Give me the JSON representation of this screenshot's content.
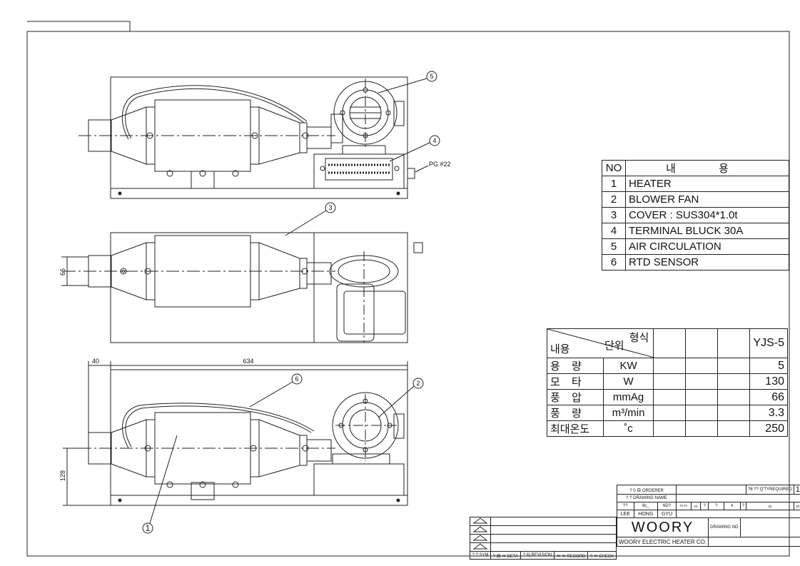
{
  "parts_list": {
    "header": {
      "no": "NO",
      "content": "내 용"
    },
    "rows": [
      {
        "no": "1",
        "name": "HEATER"
      },
      {
        "no": "2",
        "name": "BLOWER FAN"
      },
      {
        "no": "3",
        "name": "COVER : SUS304*1.0t"
      },
      {
        "no": "4",
        "name": "TERMINAL BLUCK 30A"
      },
      {
        "no": "5",
        "name": "AIR CIRCULATION"
      },
      {
        "no": "6",
        "name": "RTD SENSOR"
      }
    ]
  },
  "spec_table": {
    "header": {
      "type_label": "형식",
      "unit_label": "단위",
      "item_label": "내용",
      "model": "YJS-5"
    },
    "rows": [
      {
        "item": "용 량",
        "unit": "KW",
        "value": "5"
      },
      {
        "item": "모 타",
        "unit": "W",
        "value": "130"
      },
      {
        "item": "풍 압",
        "unit": "mmAg",
        "value": "66"
      },
      {
        "item": "풍 량",
        "unit": "m³/min",
        "value": "3.3"
      },
      {
        "item": "최대온도",
        "unit": "˚c",
        "value": "250"
      }
    ]
  },
  "dimensions": {
    "d66": "66",
    "d40": "40",
    "d634": "634",
    "d128": "128"
  },
  "callouts": {
    "c1": "1",
    "c2": "2",
    "c3": "3",
    "c4": "4",
    "c5": "5",
    "c6": "6"
  },
  "pg_label": "PG #22",
  "title_block": {
    "orderer": "? 0 自\nORDERER",
    "qty": "1",
    "qty_label": "?8 ??\nQ'TYREQUIRED",
    "drawing_name": "?  ?\nDRAWING NAME",
    "sig_headers": [
      "??",
      "8c_",
      "6D?",
      "ᄆᄆ",
      "ㅁ",
      "?",
      "?",
      "#",
      "?",
      "ㅁ",
      "ㅁ"
    ],
    "names": [
      "LEE",
      "HONG",
      "GYU"
    ],
    "company": "WOORY",
    "company_full": "WOORY ELECTRIC HEATER CO.",
    "drawing_no": "DRAWING\nNO"
  },
  "revision_block": {
    "headers": [
      "? ?\nSYM",
      "? 曲 ㅁ\nDETA",
      "? 6]\nREVISION",
      "ㅁ ㅁ\nRECORD",
      "? ㅁ\nCHECK"
    ]
  }
}
